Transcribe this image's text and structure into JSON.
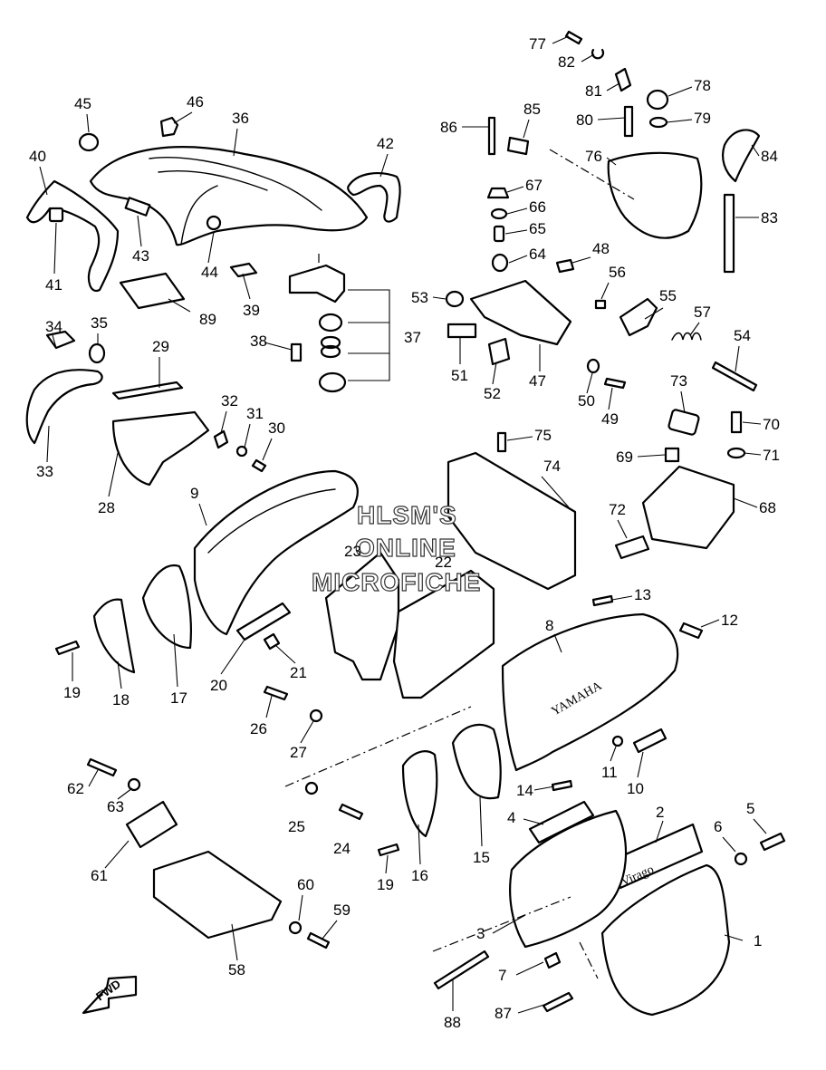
{
  "watermark": {
    "line1": "HLSM'S",
    "line2": "ONLINE",
    "line3": "MICROFICHE"
  },
  "direction_label": "FWD",
  "brand_text": {
    "cover_logo": "YAMAHA",
    "side_emblem": "Virago"
  },
  "callouts": [
    "1",
    "2",
    "3",
    "4",
    "5",
    "6",
    "7",
    "8",
    "9",
    "10",
    "11",
    "12",
    "13",
    "14",
    "15",
    "16",
    "17",
    "18",
    "19",
    "19",
    "20",
    "21",
    "22",
    "23",
    "24",
    "25",
    "26",
    "27",
    "28",
    "29",
    "30",
    "31",
    "32",
    "33",
    "34",
    "35",
    "36",
    "37",
    "38",
    "39",
    "40",
    "41",
    "42",
    "43",
    "44",
    "45",
    "46",
    "47",
    "48",
    "49",
    "50",
    "51",
    "52",
    "53",
    "54",
    "55",
    "56",
    "57",
    "58",
    "59",
    "60",
    "61",
    "62",
    "63",
    "64",
    "65",
    "66",
    "67",
    "68",
    "69",
    "70",
    "71",
    "72",
    "73",
    "74",
    "75",
    "76",
    "77",
    "78",
    "79",
    "80",
    "81",
    "82",
    "83",
    "84",
    "85",
    "86",
    "87",
    "88",
    "89"
  ]
}
